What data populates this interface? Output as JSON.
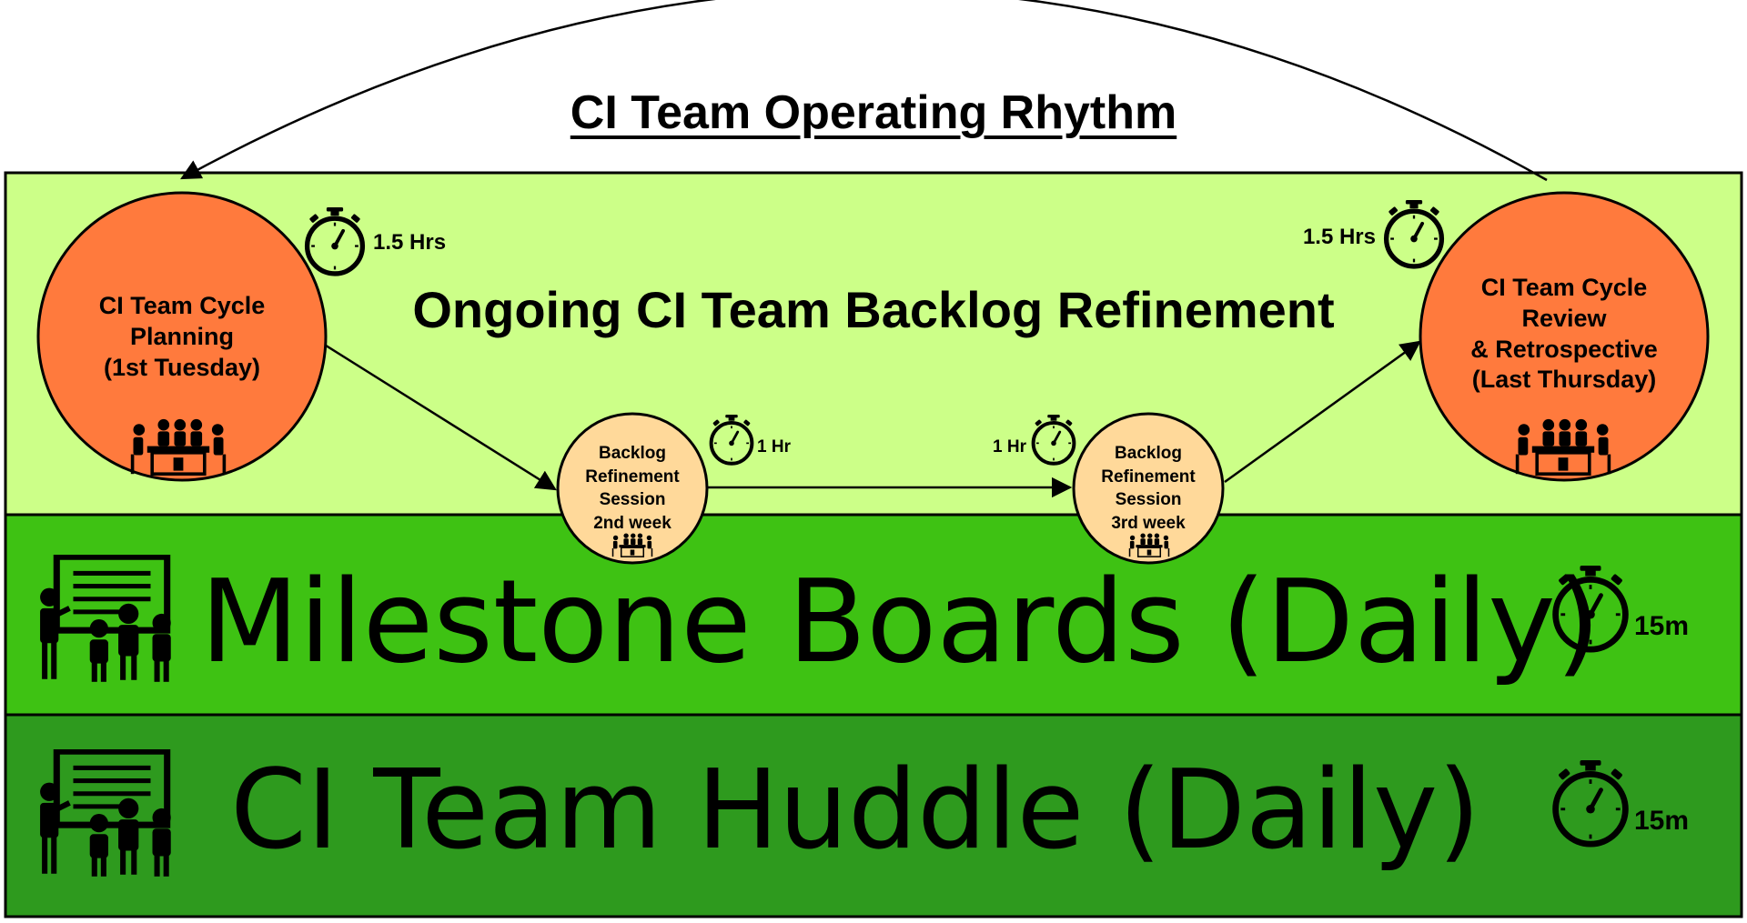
{
  "title": "CI Team Operating Rhythm",
  "backlog_band": {
    "heading": "Ongoing CI Team Backlog Refinement",
    "color": "#ccff88"
  },
  "planning": {
    "lines": [
      "CI Team Cycle",
      "Planning",
      "(1st Tuesday)"
    ],
    "duration": "1.5 Hrs",
    "color": "#ff7a3d"
  },
  "review": {
    "lines": [
      "CI Team Cycle",
      "Review",
      "& Retrospective",
      "(Last Thursday)"
    ],
    "duration": "1.5 Hrs",
    "color": "#ff7a3d"
  },
  "session_2nd": {
    "lines": [
      "Backlog",
      "Refinement",
      "Session",
      "2nd week"
    ],
    "duration": "1 Hr",
    "color": "#ffd99a"
  },
  "session_3rd": {
    "lines": [
      "Backlog",
      "Refinement",
      "Session",
      "3rd week"
    ],
    "duration": "1 Hr",
    "color": "#ffd99a"
  },
  "milestone_band": {
    "label": "Milestone Boards (Daily)",
    "duration": "15m",
    "color": "#3ec213"
  },
  "huddle_band": {
    "label": "CI Team Huddle (Daily)",
    "duration": "15m",
    "color": "#2e9a1e"
  },
  "icons": {
    "meeting": "meeting-table-icon",
    "stopwatch": "stopwatch-icon",
    "board": "team-board-icon"
  }
}
